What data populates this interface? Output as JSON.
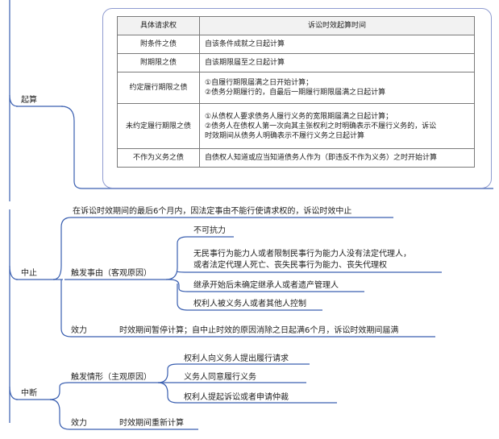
{
  "nodes": {
    "qisuan": "起算",
    "zhongzhi": "中止",
    "zhongduan": "中断"
  },
  "table": {
    "headers": [
      "具体请求权",
      "诉讼时效起算时间"
    ],
    "rows": [
      {
        "k": "附条件之债",
        "v": [
          "自该条件成就之日起计算"
        ]
      },
      {
        "k": "附期限之债",
        "v": [
          "自该期限届至之日起计算"
        ]
      },
      {
        "k": "约定履行期限之债",
        "v": [
          "①自履行期限届满之日开始计算；",
          "②债务分期履行的，自最后一期履行期限届满之日起计算"
        ]
      },
      {
        "k": "未约定履行期限之债",
        "v": [
          "①从债权人要求债务人履行义务的宽限期届满之日起计算；",
          "②债务人在债权人第一次向其主张权利之时明确表示不履行义务的，诉讼",
          "时效期间从债务人明确表示不履行义务之日起计算"
        ]
      },
      {
        "k": "不作为义务之债",
        "v": [
          "自债权人知道或应当知道债务人作为（即违反不作为义务）之时开始计算"
        ]
      }
    ]
  },
  "zhongzhi": {
    "intro": "在诉讼时效期间的最后6个月内，因法定事由不能行使请求权的，诉讼时效中止",
    "trigger_label": "触发事由（客观原因）",
    "triggers": [
      [
        "不可抗力"
      ],
      [
        "无民事行为能力人或者限制民事行为能力人没有法定代理人，",
        "或者法定代理人死亡、丧失民事行为能力、丧失代理权"
      ],
      [
        "继承开始后未确定继承人或者遗产管理人"
      ],
      [
        "权利人被义务人或者其他人控制"
      ]
    ],
    "effect_label": "效力",
    "effect_text": "时效期间暂停计算；自中止时效的原因消除之日起满6个月，诉讼时效期间届满"
  },
  "zhongduan": {
    "trigger_label": "触发情形（主观原因）",
    "triggers": [
      "权利人向义务人提出履行请求",
      "义务人同意履行义务",
      "权利人提起诉讼或者申请仲裁"
    ],
    "effect_label": "效力",
    "effect_text": "时效期间重新计算"
  },
  "colors": {
    "line": "#3a5fb0",
    "card_border": "#8f9bd0",
    "table_border": "#7a7a7a",
    "header_bg": "#f2f2f2"
  }
}
